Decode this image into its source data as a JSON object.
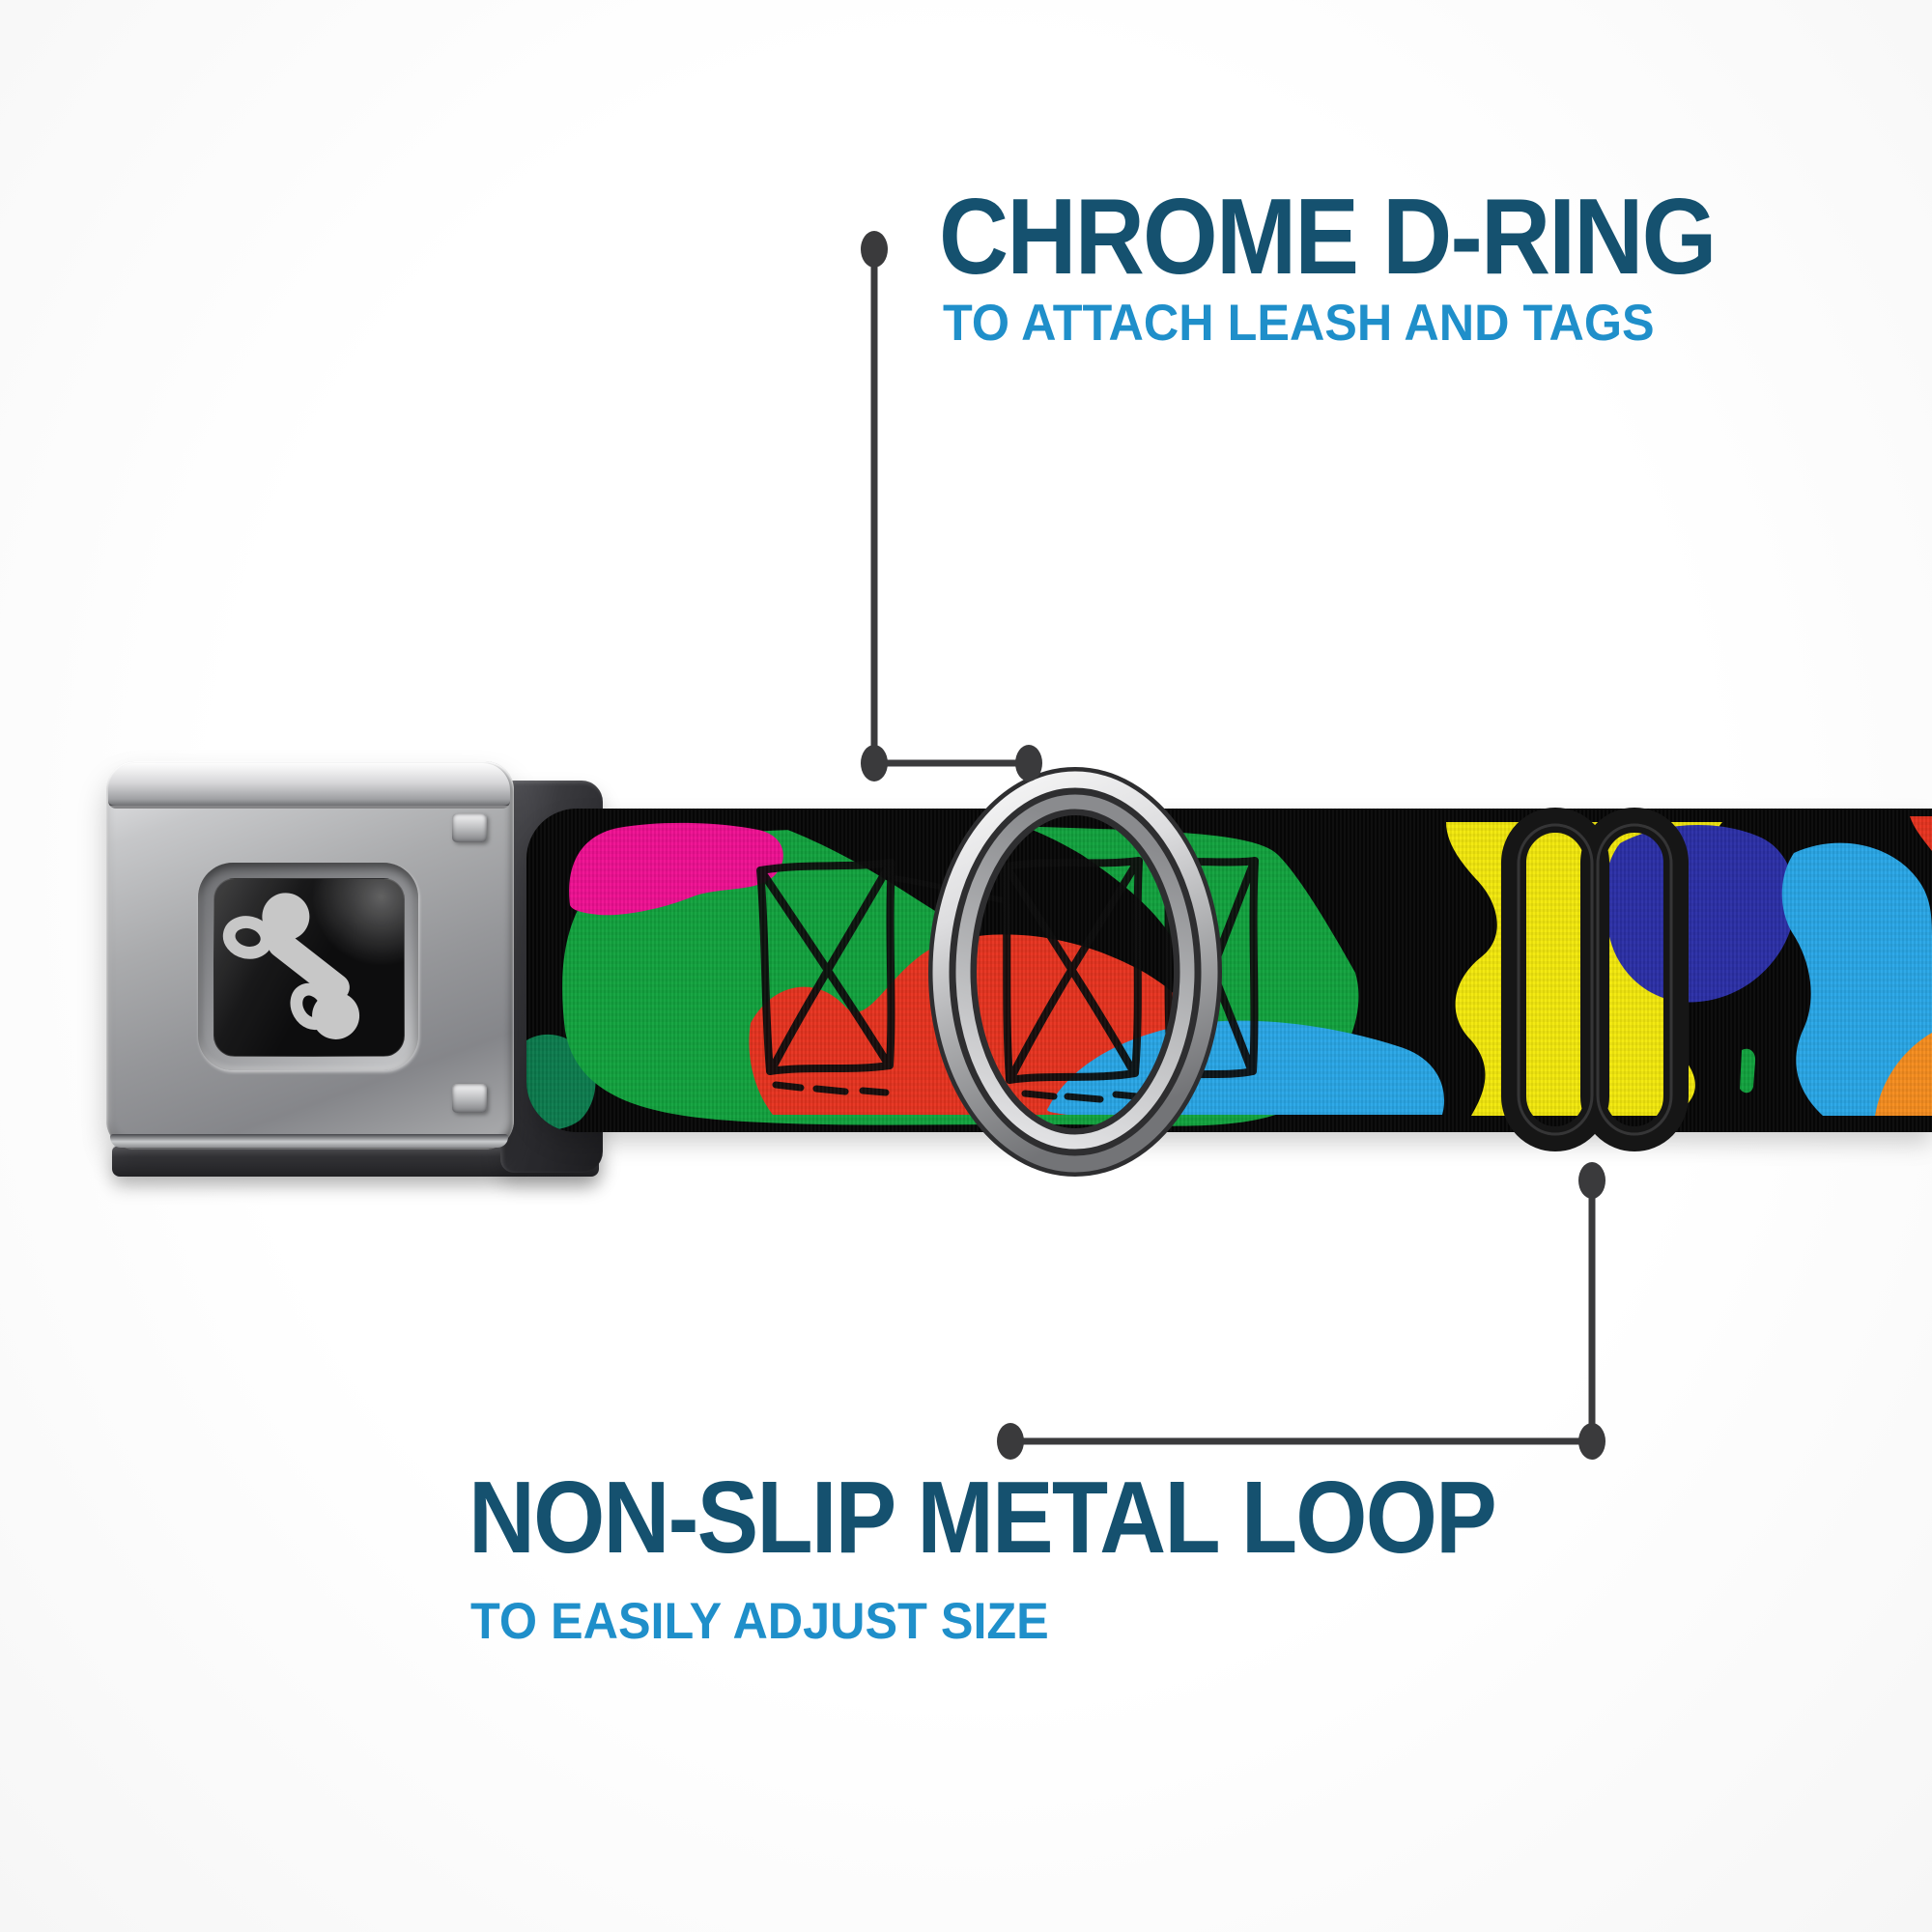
{
  "background_color": "#ffffff",
  "title_color": "#15516f",
  "subtitle_color": "#1f8fca",
  "callout_line_color": "#3a3a3c",
  "callouts": {
    "top": {
      "title": "CHROME D-RING",
      "subtitle": "TO ATTACH LEASH AND TAGS"
    },
    "bottom": {
      "title": "NON-SLIP METAL LOOP",
      "subtitle": "TO EASILY ADJUST SIZE"
    }
  },
  "product": {
    "buckle_logo_icon": "dog-bone-icon",
    "buckle_logo_color": "#c7c7c7",
    "buckle_face_color": "#0d0d0e",
    "hardware": {
      "d_ring_finish": "chrome",
      "slider_color": "#161616"
    },
    "strap_colors": {
      "black": "#060606",
      "green": "#12a33e",
      "pink": "#ef1092",
      "red": "#e7331f",
      "sky_blue": "#29a7e7",
      "yellow": "#f3e90c",
      "royal_blue": "#2b2fa7",
      "orange": "#f68d1e",
      "teal": "#0c7c4e",
      "sketch_black": "#0b0b0b"
    }
  }
}
